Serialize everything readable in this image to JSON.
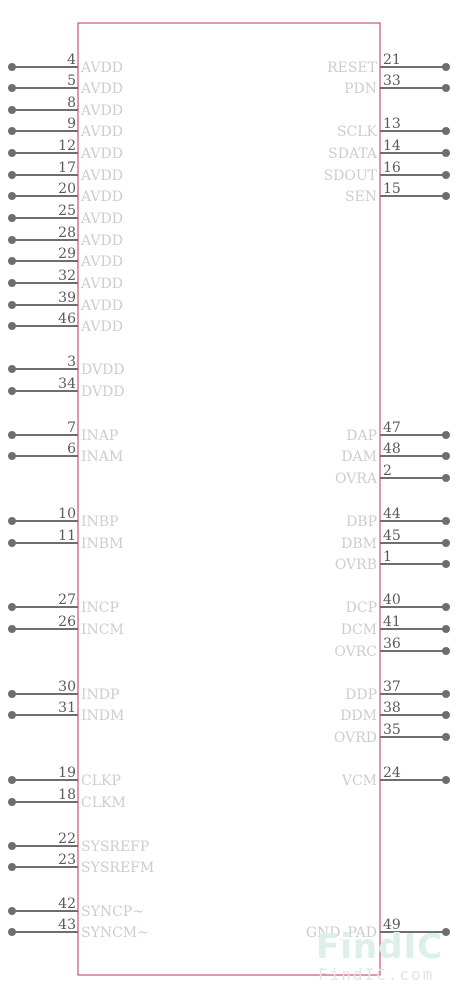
{
  "left_pins": [
    {
      "num": "4",
      "name": "AVDD"
    },
    {
      "num": "5",
      "name": "AVDD"
    },
    {
      "num": "8",
      "name": "AVDD"
    },
    {
      "num": "9",
      "name": "AVDD"
    },
    {
      "num": "12",
      "name": "AVDD"
    },
    {
      "num": "17",
      "name": "AVDD"
    },
    {
      "num": "20",
      "name": "AVDD"
    },
    {
      "num": "25",
      "name": "AVDD"
    },
    {
      "num": "28",
      "name": "AVDD"
    },
    {
      "num": "29",
      "name": "AVDD"
    },
    {
      "num": "32",
      "name": "AVDD"
    },
    {
      "num": "39",
      "name": "AVDD"
    },
    {
      "num": "46",
      "name": "AVDD"
    },
    {
      "num": "3",
      "name": "DVDD"
    },
    {
      "num": "34",
      "name": "DVDD"
    },
    {
      "num": "7",
      "name": "INAP"
    },
    {
      "num": "6",
      "name": "INAM"
    },
    {
      "num": "10",
      "name": "INBP"
    },
    {
      "num": "11",
      "name": "INBM"
    },
    {
      "num": "27",
      "name": "INCP"
    },
    {
      "num": "26",
      "name": "INCM"
    },
    {
      "num": "30",
      "name": "INDP"
    },
    {
      "num": "31",
      "name": "INDM"
    },
    {
      "num": "19",
      "name": "CLKP"
    },
    {
      "num": "18",
      "name": "CLKM"
    },
    {
      "num": "22",
      "name": "SYSREFP"
    },
    {
      "num": "23",
      "name": "SYSREFM"
    },
    {
      "num": "42",
      "name": "SYNCP~"
    },
    {
      "num": "43",
      "name": "SYNCM~"
    }
  ],
  "right_pins": [
    {
      "num": "21",
      "name": "RESET"
    },
    {
      "num": "33",
      "name": "PDN"
    },
    {
      "num": "13",
      "name": "SCLK"
    },
    {
      "num": "14",
      "name": "SDATA"
    },
    {
      "num": "16",
      "name": "SDOUT"
    },
    {
      "num": "15",
      "name": "SEN"
    },
    {
      "num": "47",
      "name": "DAP"
    },
    {
      "num": "48",
      "name": "DAM"
    },
    {
      "num": "2",
      "name": "OVRA"
    },
    {
      "num": "44",
      "name": "DBP"
    },
    {
      "num": "45",
      "name": "DBM"
    },
    {
      "num": "1",
      "name": "OVRB"
    },
    {
      "num": "40",
      "name": "DCP"
    },
    {
      "num": "41",
      "name": "DCM"
    },
    {
      "num": "36",
      "name": "OVRC"
    },
    {
      "num": "37",
      "name": "DDP"
    },
    {
      "num": "38",
      "name": "DDM"
    },
    {
      "num": "35",
      "name": "OVRD"
    },
    {
      "num": "24",
      "name": "VCM"
    },
    {
      "num": "49",
      "name": "GND_PAD"
    }
  ],
  "watermark": {
    "logo": "FindIC",
    "url": "FindIC.com"
  }
}
